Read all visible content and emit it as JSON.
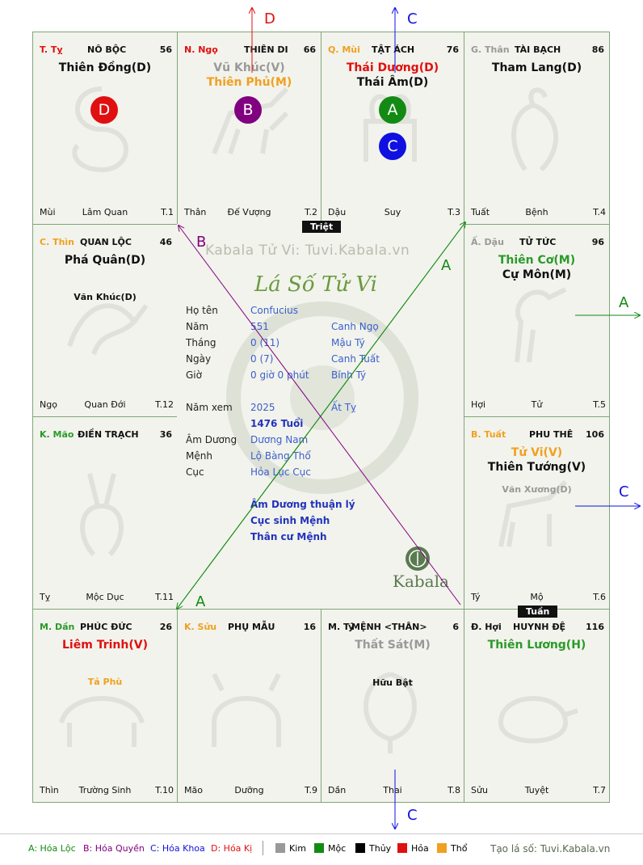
{
  "palaces": [
    {
      "stem": "T. Tỵ",
      "stem_color": "#e01010",
      "name": "NÔ BỘC",
      "age": "56",
      "stars": [
        {
          "text": "Thiên Đồng(D)",
          "color": "c-black"
        }
      ],
      "minor": "",
      "bottom_left": "Mùi",
      "bottom_center": "Lâm Quan",
      "bottom_right": "T.1"
    },
    {
      "stem": "N. Ngọ",
      "stem_color": "#e01010",
      "name": "THIÊN DI",
      "age": "66",
      "stars": [
        {
          "text": "Vũ Khúc(V)",
          "color": "c-gray"
        },
        {
          "text": "Thiên Phủ(M)",
          "color": "c-orange"
        }
      ],
      "minor": "",
      "bottom_left": "Thân",
      "bottom_center": "Đế Vượng",
      "bottom_right": "T.2"
    },
    {
      "stem": "Q. Mùi",
      "stem_color": "#f0a020",
      "name": "TẬT ÁCH",
      "age": "76",
      "stars": [
        {
          "text": "Thái Dương(D)",
          "color": "c-red"
        },
        {
          "text": "Thái Âm(D)",
          "color": "c-black"
        }
      ],
      "minor": "",
      "bottom_left": "Dậu",
      "bottom_center": "Suy",
      "bottom_right": "T.3"
    },
    {
      "stem": "G. Thân",
      "stem_color": "#999999",
      "name": "TÀI BẠCH",
      "age": "86",
      "stars": [
        {
          "text": "Tham Lang(D)",
          "color": "c-black"
        }
      ],
      "minor": "",
      "bottom_left": "Tuất",
      "bottom_center": "Bệnh",
      "bottom_right": "T.4"
    },
    {
      "stem": "Ấ. Dậu",
      "stem_color": "#999999",
      "name": "TỬ TỨC",
      "age": "96",
      "stars": [
        {
          "text": "Thiên Cơ(M)",
          "color": "c-green"
        },
        {
          "text": "Cự Môn(M)",
          "color": "c-black"
        }
      ],
      "minor": "",
      "bottom_left": "Hợi",
      "bottom_center": "Tử",
      "bottom_right": "T.5"
    },
    {
      "stem": "B. Tuất",
      "stem_color": "#f0a020",
      "name": "PHU THÊ",
      "age": "106",
      "stars": [
        {
          "text": "Tử Vi(V)",
          "color": "c-orange"
        },
        {
          "text": "Thiên Tướng(V)",
          "color": "c-black"
        }
      ],
      "minor": "Văn Xương(D)",
      "minor_color": "#999999",
      "bottom_left": "Tý",
      "bottom_center": "Mộ",
      "bottom_right": "T.6"
    },
    {
      "stem": "Đ. Hợi",
      "stem_color": "#111111",
      "name": "HUYNH ĐỆ",
      "age": "116",
      "stars": [
        {
          "text": "Thiên Lương(H)",
          "color": "c-green"
        }
      ],
      "minor": "",
      "bottom_left": "Sửu",
      "bottom_center": "Tuyệt",
      "bottom_right": "T.7"
    },
    {
      "stem": "M. Tý",
      "stem_color": "#111111",
      "name": "MỆNH <THÂN>",
      "age": "6",
      "stars": [
        {
          "text": "Thất Sát(M)",
          "color": "c-gray"
        }
      ],
      "minor": "Hữu Bật",
      "minor_color": "#111111",
      "bottom_left": "Dần",
      "bottom_center": "Thai",
      "bottom_right": "T.8"
    },
    {
      "stem": "K. Sửu",
      "stem_color": "#f0a020",
      "name": "PHỤ MẪU",
      "age": "16",
      "stars": [],
      "minor": "",
      "bottom_left": "Mão",
      "bottom_center": "Dưỡng",
      "bottom_right": "T.9"
    },
    {
      "stem": "M. Dần",
      "stem_color": "#2a9a2a",
      "name": "PHÚC ĐỨC",
      "age": "26",
      "stars": [
        {
          "text": "Liêm Trinh(V)",
          "color": "c-red"
        }
      ],
      "minor": "Tả Phù",
      "minor_color": "#f0a020",
      "bottom_left": "Thìn",
      "bottom_center": "Trường Sinh",
      "bottom_right": "T.10"
    },
    {
      "stem": "K. Mão",
      "stem_color": "#2a9a2a",
      "name": "ĐIỀN TRẠCH",
      "age": "36",
      "stars": [],
      "minor": "",
      "bottom_left": "Tỵ",
      "bottom_center": "Mộc Dục",
      "bottom_right": "T.11"
    },
    {
      "stem": "C. Thìn",
      "stem_color": "#f0a020",
      "name": "QUAN LỘC",
      "age": "46",
      "stars": [
        {
          "text": "Phá Quân(D)",
          "color": "c-black"
        }
      ],
      "minor": "Văn Khúc(D)",
      "minor_color": "#111111",
      "bottom_left": "Ngọ",
      "bottom_center": "Quan Đới",
      "bottom_right": "T.12"
    }
  ],
  "badges": [
    {
      "letter": "D",
      "color": "#e01010"
    },
    {
      "letter": "B",
      "color": "#800080"
    },
    {
      "letter": "A",
      "color": "#138a13"
    },
    {
      "letter": "C",
      "color": "#1010e0"
    }
  ],
  "tags": {
    "triet": "Triệt",
    "tuan": "Tuần"
  },
  "center": {
    "watermark": "Kabala Tử Vi: Tuvi.Kabala.vn",
    "title": "Lá Số Tử Vi",
    "logo": "Kabala",
    "info": [
      {
        "label": "Họ tên",
        "v1": "Confucius",
        "v2": ""
      },
      {
        "label": "Năm",
        "v1": "551",
        "v2": "Canh Ngọ"
      },
      {
        "label": "Tháng",
        "v1": "0  (11)",
        "v2": "Mậu Tý"
      },
      {
        "label": "Ngày",
        "v1": "0  (7)",
        "v2": "Canh Tuất"
      },
      {
        "label": "Giờ",
        "v1": "0 giờ 0 phút",
        "v2": "Bính Tý"
      }
    ],
    "nam_xem": {
      "label": "Năm xem",
      "v1": "2025",
      "v2": "Ất Tỵ"
    },
    "tuoi": "1476 Tuổi",
    "info2": [
      {
        "label": "Âm Dương",
        "v1": "Dương Nam"
      },
      {
        "label": "Mệnh",
        "v1": "Lộ Bàng Thổ"
      },
      {
        "label": "Cục",
        "v1": "Hỏa Lục Cục"
      }
    ],
    "notes": [
      "Âm Dương thuận lý",
      "Cục sinh Mệnh",
      "Thân cư Mệnh"
    ]
  },
  "arrow_labels": {
    "top_d": "D",
    "top_c": "C",
    "right_a": "A",
    "right_c": "C",
    "bottom_c": "C",
    "line_a1": "A",
    "line_a2": "A",
    "line_b": "B"
  },
  "legend": {
    "a": "A: Hóa Lộc",
    "b": "B: Hóa Quyền",
    "c": "C: Hóa Khoa",
    "d": "D: Hóa Kị",
    "kim": "Kim",
    "moc": "Mộc",
    "thuy": "Thủy",
    "hoa": "Hỏa",
    "tho": "Thổ",
    "site": "Tạo lá số: Tuvi.Kabala.vn"
  },
  "colors": {
    "kim": "#999999",
    "moc": "#138a13",
    "thuy": "#000000",
    "hoa": "#e01010",
    "tho": "#f0a020",
    "border": "#7fa67a"
  }
}
